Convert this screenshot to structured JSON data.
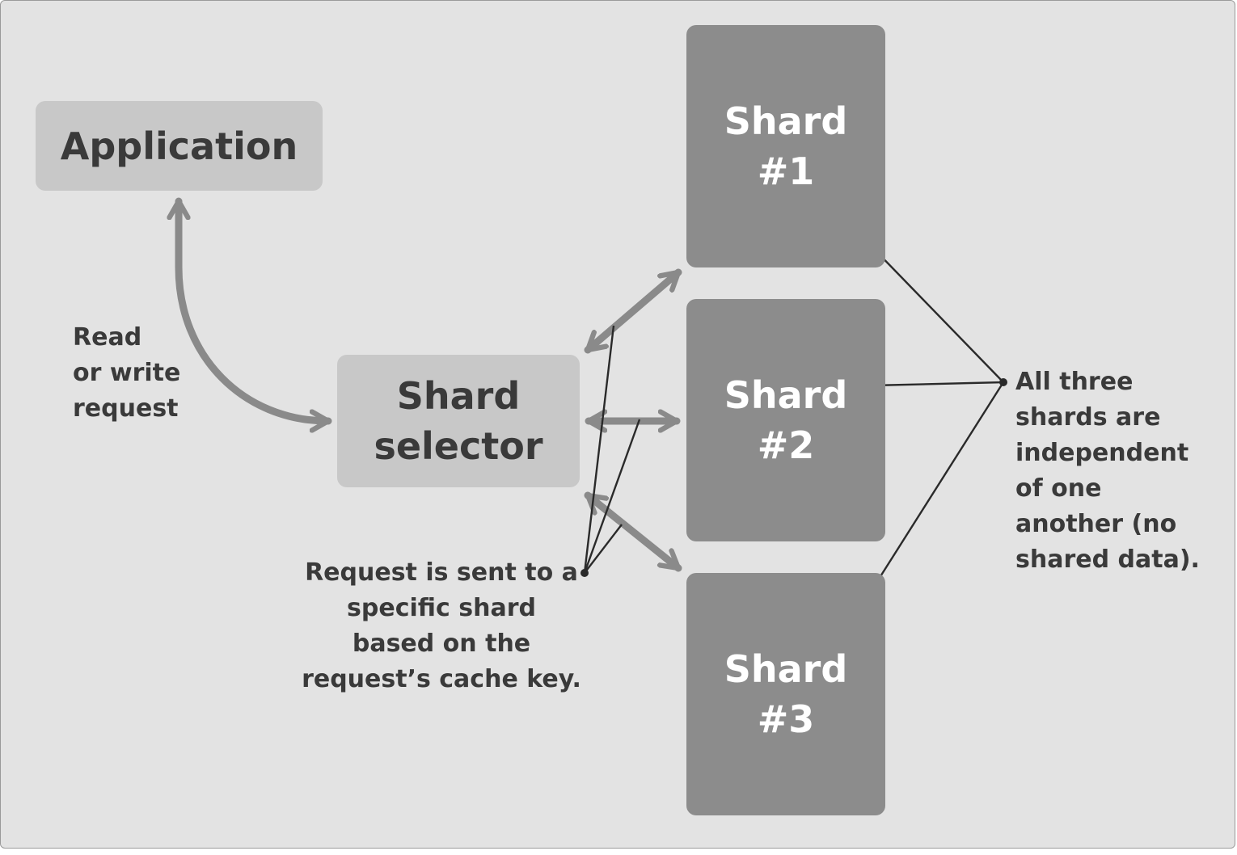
{
  "nodes": {
    "application": {
      "label": "Application"
    },
    "shard_selector": {
      "lines": [
        "Shard",
        "selector"
      ]
    },
    "shards": [
      {
        "lines": [
          "Shard",
          "#1"
        ]
      },
      {
        "lines": [
          "Shard",
          "#2"
        ]
      },
      {
        "lines": [
          "Shard",
          "#3"
        ]
      }
    ]
  },
  "annotations": {
    "read_write": {
      "lines": [
        "Read",
        "or write",
        "request"
      ]
    },
    "request_routing": {
      "lines": [
        "Request is sent to a",
        "specific shard",
        "based on the",
        "request’s cache key."
      ]
    },
    "independence": {
      "lines": [
        "All three",
        "shards are",
        "independent",
        "of one",
        "another (no",
        "shared data)."
      ]
    }
  },
  "colors": {
    "background": "#e3e3e3",
    "light_box": "#c8c8c8",
    "dark_box": "#8c8c8c",
    "arrow": "#8a8a8a",
    "text": "#3a3a3a",
    "callout_line": "#2a2a2a"
  }
}
